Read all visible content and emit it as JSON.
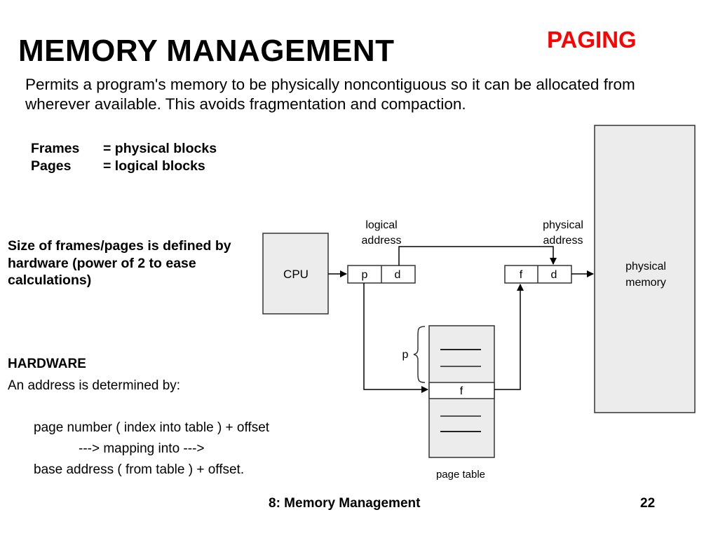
{
  "slide": {
    "title": "MEMORY MANAGEMENT",
    "section": "PAGING",
    "intro": "Permits a program's memory to be physically noncontiguous so it can be allocated from wherever available. This avoids fragmentation and compaction.",
    "definitions": [
      {
        "term": "Frames",
        "definition": "= physical blocks"
      },
      {
        "term": "Pages",
        "definition": "= logical blocks"
      }
    ],
    "size_note": "Size of frames/pages is defined by hardware (power of 2 to ease calculations)",
    "hardware": {
      "heading": "HARDWARE",
      "line1": "An address is determined by:",
      "line2": "page number ( index into table ) + offset",
      "line3": "---> mapping into --->",
      "line4": "base address ( from table ) + offset."
    },
    "footer": {
      "title": "8: Memory Management",
      "page": "22"
    }
  },
  "diagram": {
    "cpu": "CPU",
    "logical_address_line1": "logical",
    "logical_address_line2": "address",
    "physical_address_line1": "physical",
    "physical_address_line2": "address",
    "logical_cells": [
      "p",
      "d"
    ],
    "physical_cells": [
      "f",
      "d"
    ],
    "page_index_label": "p",
    "frame_entry": "f",
    "page_table_label": "page table",
    "memory_line1": "physical",
    "memory_line2": "memory",
    "colors": {
      "box_fill": "#ececec",
      "stroke": "#333333"
    }
  }
}
